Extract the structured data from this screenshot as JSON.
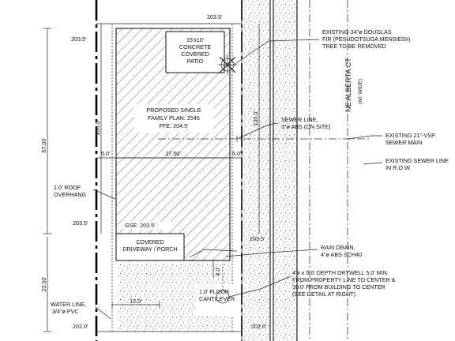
{
  "labels": {
    "elev_top": "203.5'",
    "elev_top_left": "203.5'",
    "patio_line1": "15'x10'",
    "patio_line2": "CONCRETE",
    "patio_line3": "COVERED",
    "patio_line4": "PATIO",
    "tree_line1": "EXISTING 34\"ø DOUGLAS",
    "tree_line2": "FIR (PESUDOTSUGA MENSIESII)",
    "tree_line3": "TREE TO BE REMOVED",
    "street_name": "NE ALBERTA CT",
    "street_width": "(60' WIDE)",
    "house_line1": "PROPOSED SINGLE",
    "house_line2": "FAMILY PLAN: 2545",
    "house_line3": "FFE: 204.5'",
    "dim_100_left": "100.0'",
    "dim_100_right": "100.0'",
    "dim_57": "57.00'",
    "sewer_line1": "SEWER LINE,",
    "sewer_line2": "3\"ø ABS (ON SITE)",
    "main_line1": "EXISTING 21\"-VSP",
    "main_line2": "SEWER MAIN",
    "row_line1": "EXISTING SEWER LINE",
    "row_line2": "IN R.O.W.",
    "setback_left": "5.0'",
    "house_width": "27.50'",
    "setback_right": "5.0'",
    "roof_line1": "1.0' ROOF",
    "roof_line2": "OVERHANG",
    "elev_left_mid": "203.5'",
    "gse": "GSE: 203.5'",
    "driveway_line1": "COVERED",
    "driveway_line2": "DRIVEWAY / PORCH",
    "elev_right_mid": "203.5'",
    "rain_line1": "RAIN DRAIN,",
    "rain_line2": "4\"ø ABS SCH40",
    "dim_4": "4.0'",
    "drywell_line1": "4'ø x 5.0' DEPTH DRYWELL 5.0' MIN.",
    "drywell_line2": "FROM PROPERTY LINE TO CENTER &",
    "drywell_line3": "10.0' FROM BUILDING TO CENTER",
    "drywell_line4": "(SEE DETAIL AT RIGHT)",
    "dim_20": "20.00'",
    "floor_line1": "1.0' FLOOR",
    "floor_line2": "CANTILEVER",
    "water_line1": "WATER LINE,",
    "water_line2": "3/4\"ø PVC",
    "dim_12": "12.0'",
    "elev_bottom_left": "202.0'",
    "elev_bottom_right": "202.0'"
  }
}
